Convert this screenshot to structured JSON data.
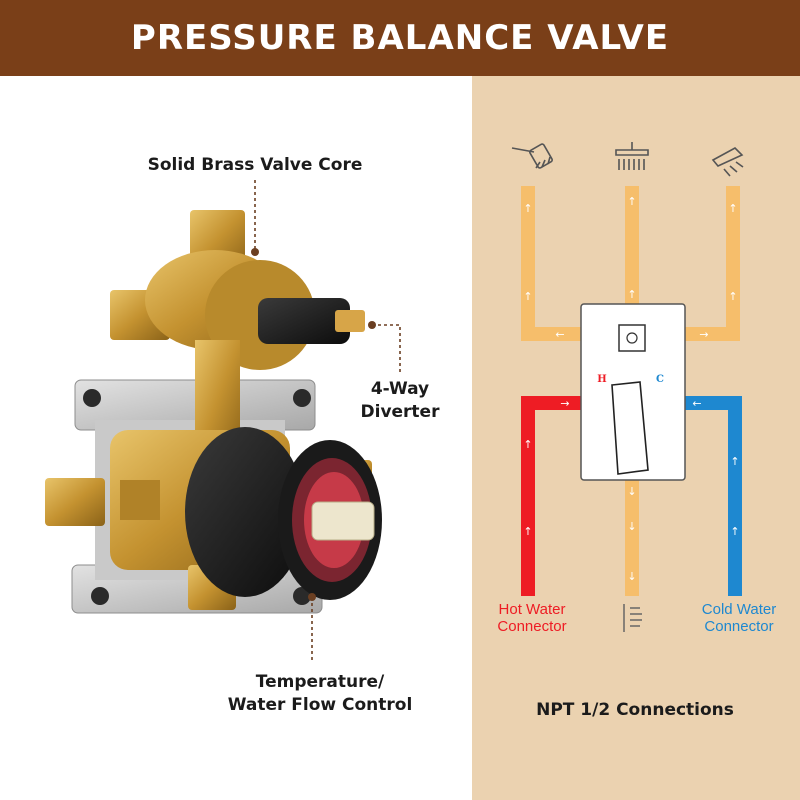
{
  "header": {
    "title": "PRESSURE BALANCE VALVE"
  },
  "labels": {
    "core": "Solid Brass Valve Core",
    "diverter_line1": "4-Way",
    "diverter_line2": "Diverter",
    "temp_line1": "Temperature/",
    "temp_line2": "Water Flow Control"
  },
  "diagram": {
    "hot_line1": "Hot Water",
    "hot_line2": "Connector",
    "cold_line1": "Cold Water",
    "cold_line2": "Connector",
    "h_mark": "H",
    "c_mark": "C",
    "connections": "NPT 1/2 Connections"
  },
  "colors": {
    "banner": "#7a3f18",
    "panel": "#ebd2b0",
    "pipe": "#f6be6b",
    "hot": "#ee1c24",
    "cold": "#1e88d0",
    "brass": "#c99a3a"
  },
  "icons": [
    "hand-shower-icon",
    "rain-shower-icon",
    "body-spray-icon",
    "tub-spout-icon"
  ]
}
